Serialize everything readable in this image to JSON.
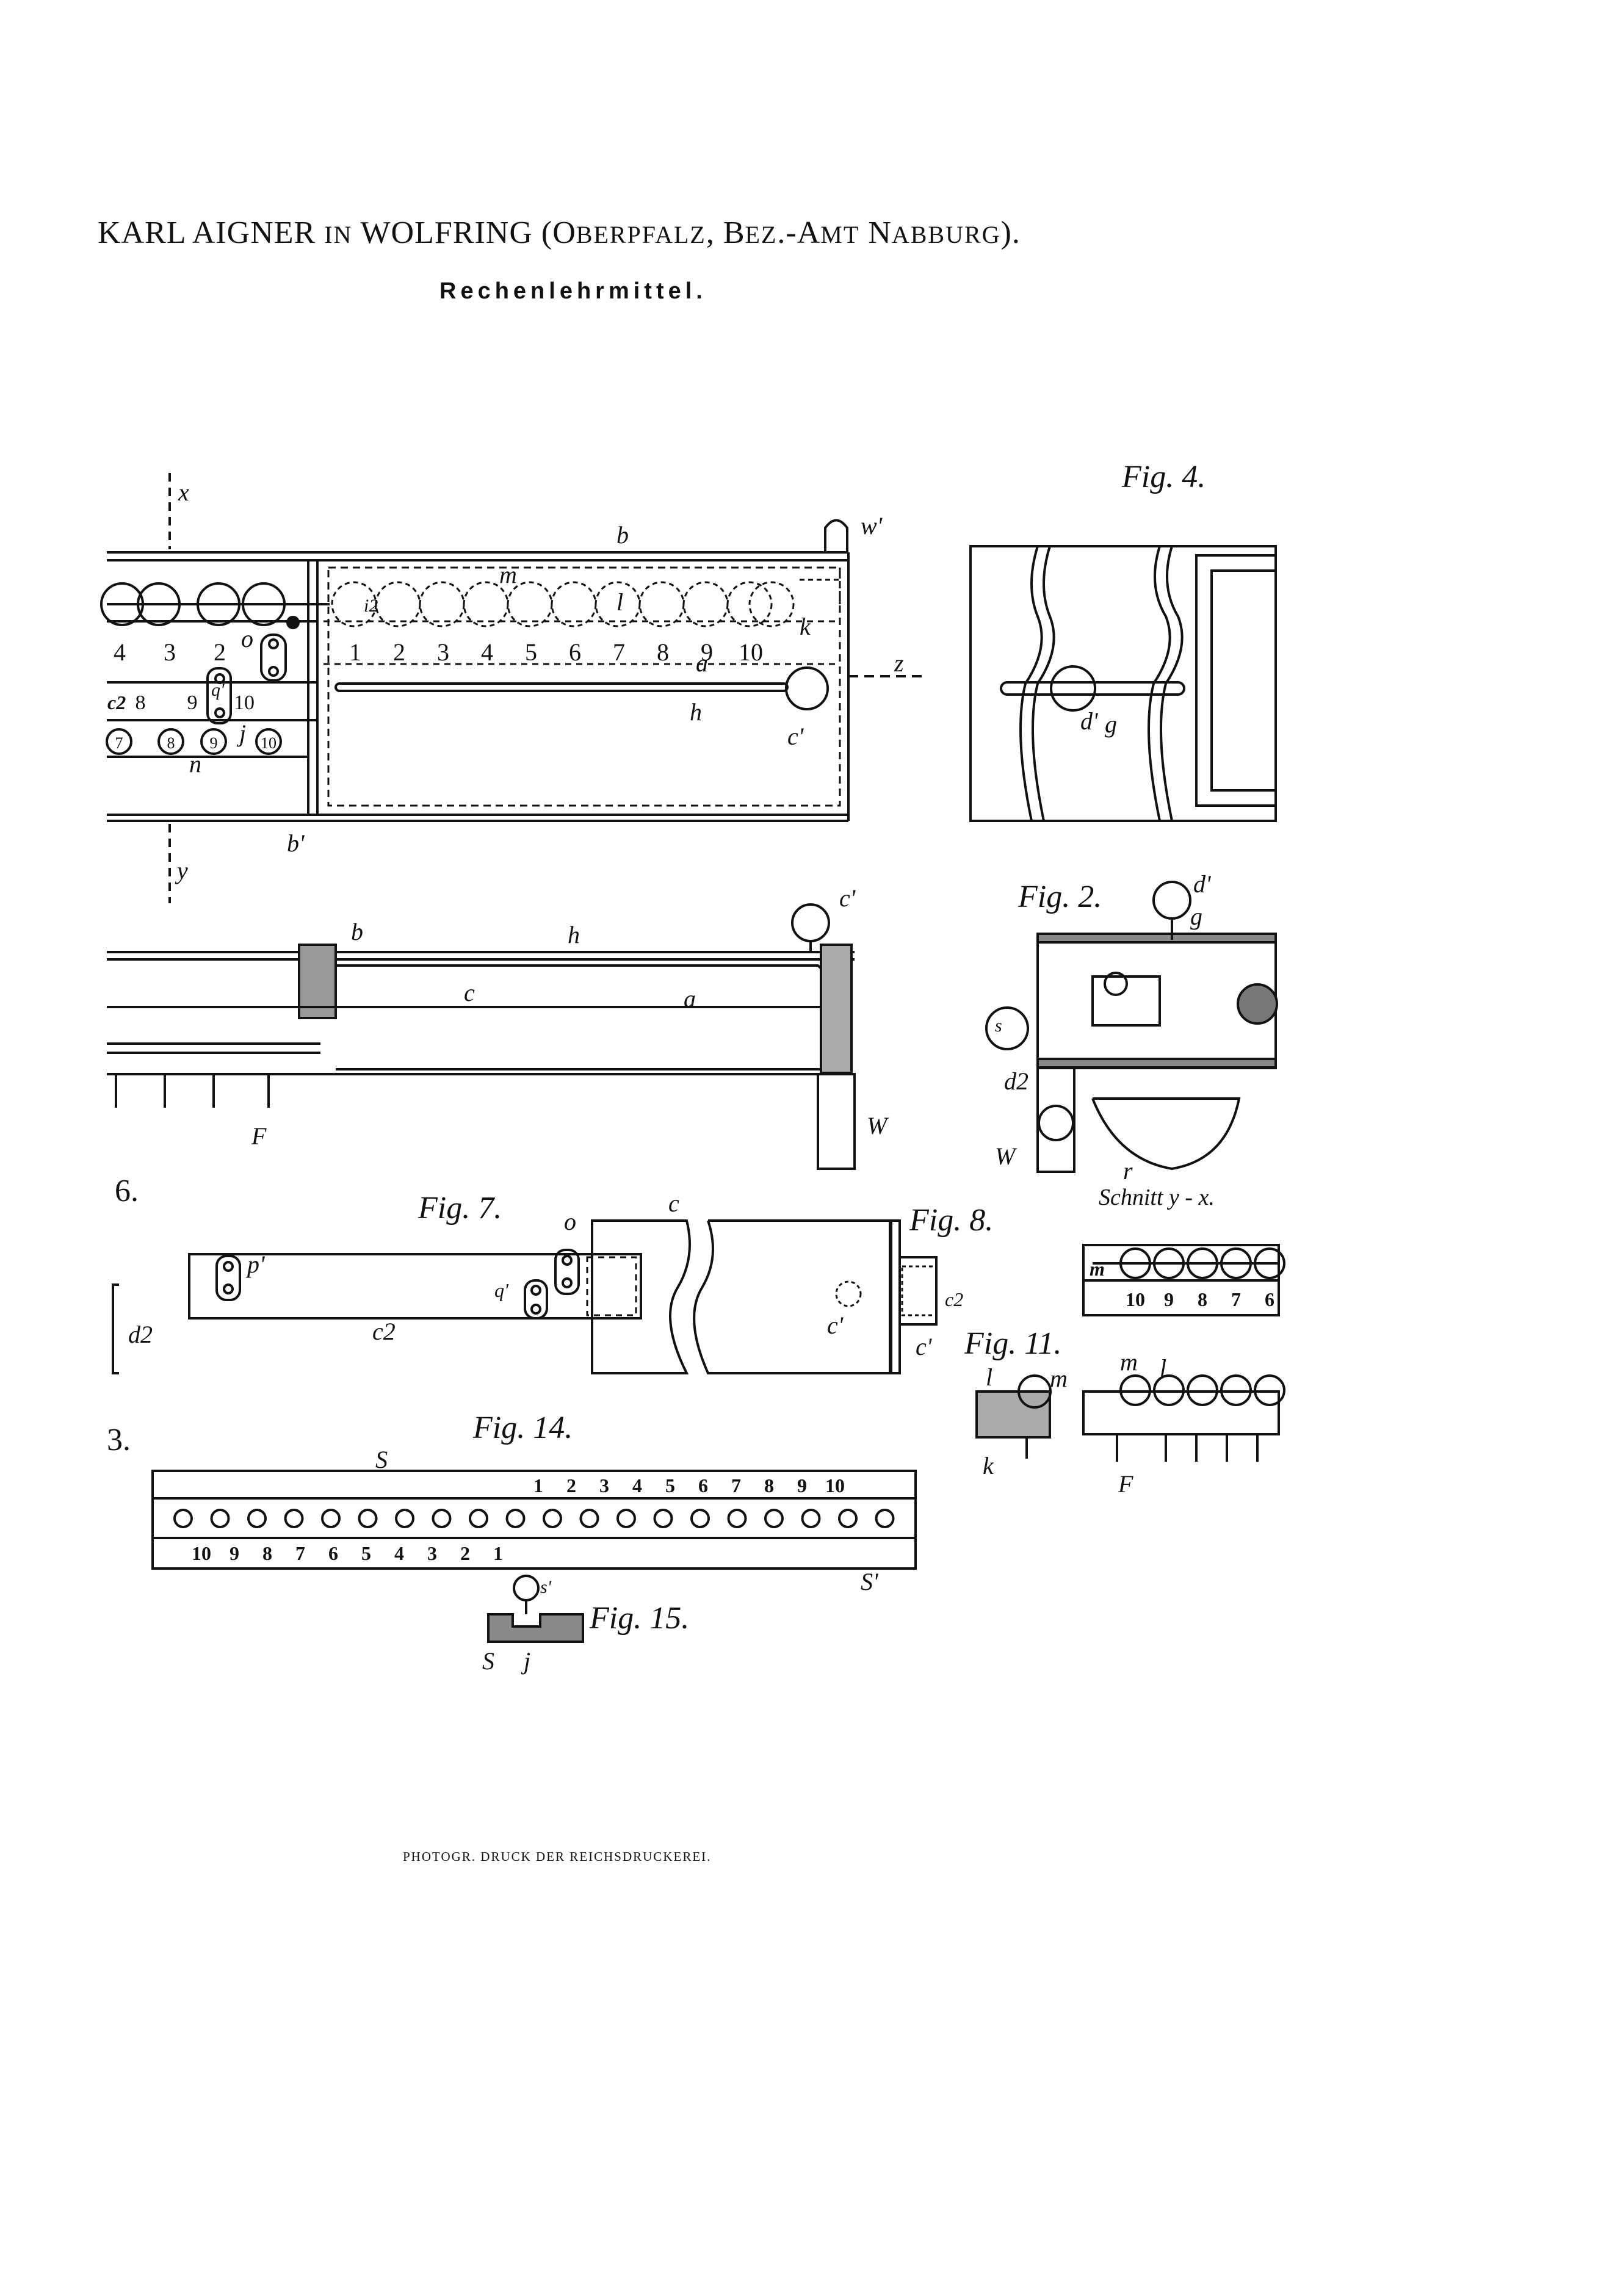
{
  "header": {
    "inventor_line_part1": "KARL AIGNER ",
    "in_word": "IN",
    "inventor_line_part2": " WOLFRING (O",
    "place_sc": "BERPFALZ",
    "comma": ", B",
    "district_sc": "EZ",
    "amt_dash": ".-A",
    "amt_sc": "MT",
    "nab": " N",
    "nab_sc": "ABBURG",
    "close": ")."
  },
  "subtitle": "Rechenlehrmittel.",
  "figures": {
    "fig2": "Fig. 2.",
    "fig4": "Fig. 4.",
    "fig6": "6.",
    "fig7": "Fig. 7.",
    "fig8": "Fig. 8.",
    "fig11": "Fig. 11.",
    "fig13": "3.",
    "fig14": "Fig. 14.",
    "fig15": "Fig. 15."
  },
  "section_caption": "Schnitt y - x.",
  "footer": "PHOTOGR. DRUCK DER REICHSDRUCKEREI.",
  "fig1": {
    "scale_numbers": [
      "1",
      "2",
      "3",
      "4",
      "5",
      "6",
      "7",
      "8",
      "9",
      "10"
    ],
    "left_numbers": [
      "4",
      "3",
      "2"
    ],
    "row3_left": [
      "8",
      "9",
      "10"
    ],
    "row4_circles": [
      "7",
      "8",
      "9",
      "10"
    ]
  },
  "fig10": {
    "numbers": [
      "10",
      "9",
      "8",
      "7",
      "6"
    ]
  },
  "fig14": {
    "top_numbers": [
      "1",
      "2",
      "3",
      "4",
      "5",
      "6",
      "7",
      "8",
      "9",
      "10"
    ],
    "bottom_numbers": [
      "10",
      "9",
      "8",
      "7",
      "6",
      "5",
      "4",
      "3",
      "2",
      "1"
    ]
  },
  "letters": {
    "x": "x",
    "y": "y",
    "z": "z",
    "b": "b",
    "b1": "b'",
    "m": "m",
    "l": "l",
    "i2": "i2",
    "k": "k",
    "a": "a",
    "h": "h",
    "c1": "c'",
    "w1": "w'",
    "n": "n",
    "o": "o",
    "q1": "q'",
    "j": "j",
    "c2": "c2",
    "c": "c",
    "F": "F",
    "W": "W",
    "d1": "d'",
    "g": "g",
    "d2": "d2",
    "s": "s",
    "s1": "s'",
    "S": "S",
    "S1": "S'",
    "p1": "p'",
    "r": "r"
  }
}
